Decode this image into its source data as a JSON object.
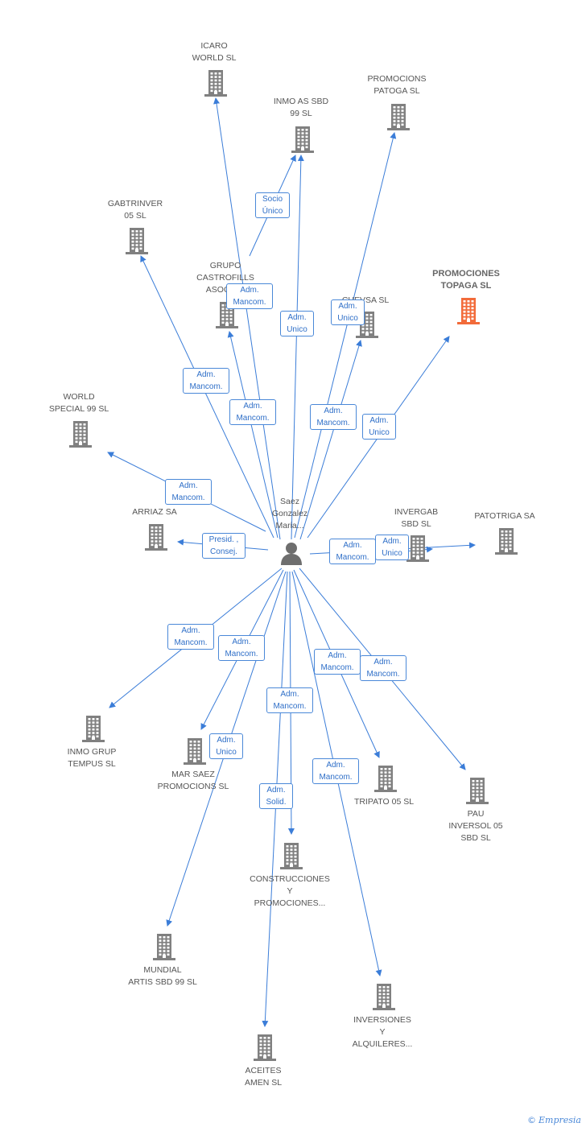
{
  "center": {
    "label_lines": [
      "Saez",
      "Gonzalez",
      "Maria..."
    ]
  },
  "colors": {
    "edge": "#3b7dd8",
    "building": "#808080",
    "highlight": "#f26b3a",
    "box_text": "#2f6fc8"
  },
  "nodes": [
    {
      "id": "icaro",
      "lines": [
        "ICARO",
        "WORLD SL"
      ]
    },
    {
      "id": "promocions-patoga",
      "lines": [
        "PROMOCIONS",
        "PATOGA SL"
      ]
    },
    {
      "id": "inmo-as",
      "lines": [
        "INMO AS SBD",
        "99 SL"
      ]
    },
    {
      "id": "gabtrinver",
      "lines": [
        "GABTRINVER",
        "05 SL"
      ]
    },
    {
      "id": "grupo-castrofills",
      "lines": [
        "GRUPO",
        "CASTROFILLS",
        "ASOCIA..."
      ]
    },
    {
      "id": "cuevas",
      "lines": [
        "CUEVSA SL"
      ]
    },
    {
      "id": "promociones-topaga",
      "lines": [
        "PROMOCIONES",
        "TOPAGA SL"
      ],
      "highlight": true
    },
    {
      "id": "world-special",
      "lines": [
        "WORLD",
        "SPECIAL 99 SL"
      ]
    },
    {
      "id": "arriaz",
      "lines": [
        "ARRIAZ SA"
      ]
    },
    {
      "id": "invergab",
      "lines": [
        "INVERGAB",
        "SBD SL"
      ]
    },
    {
      "id": "patotriga",
      "lines": [
        "PATOTRIGA SA"
      ]
    },
    {
      "id": "inmo-grup",
      "lines": [
        "INMO GRUP",
        "TEMPUS SL"
      ]
    },
    {
      "id": "mar-saez",
      "lines": [
        "MAR SAEZ",
        "PROMOCIONS SL"
      ]
    },
    {
      "id": "tripato",
      "lines": [
        "TRIPATO 05 SL"
      ]
    },
    {
      "id": "pau-inversol",
      "lines": [
        "PAU",
        "INVERSOL 05",
        "SBD SL"
      ]
    },
    {
      "id": "construcciones",
      "lines": [
        "CONSTRUCCIONES",
        "Y",
        "PROMOCIONES..."
      ]
    },
    {
      "id": "mundial-artis",
      "lines": [
        "MUNDIAL",
        "ARTIS SBD 99 SL"
      ]
    },
    {
      "id": "inversiones",
      "lines": [
        "INVERSIONES",
        "Y",
        "ALQUILERES..."
      ]
    },
    {
      "id": "aceites",
      "lines": [
        "ACEITES",
        "AMEN SL"
      ]
    }
  ],
  "roles": [
    {
      "id": "r-socio",
      "lines": [
        "Socio",
        "Único"
      ]
    },
    {
      "id": "r-icaro",
      "lines": [
        "Adm.",
        "Mancom."
      ]
    },
    {
      "id": "r-inmo",
      "lines": [
        "Adm.",
        "Unico"
      ]
    },
    {
      "id": "r-cuevas",
      "lines": [
        "Adm.",
        "Unico"
      ]
    },
    {
      "id": "r-gab",
      "lines": [
        "Adm.",
        "Mancom."
      ]
    },
    {
      "id": "r-grupo",
      "lines": [
        "Adm.",
        "Mancom."
      ]
    },
    {
      "id": "r-patoga",
      "lines": [
        "Adm.",
        "Mancom."
      ]
    },
    {
      "id": "r-topaga",
      "lines": [
        "Adm.",
        "Unico"
      ]
    },
    {
      "id": "r-world",
      "lines": [
        "Adm.",
        "Mancom."
      ]
    },
    {
      "id": "r-arriaz",
      "lines": [
        "Presid. ,",
        "Consej."
      ]
    },
    {
      "id": "r-invergab",
      "lines": [
        "Adm.",
        "Mancom."
      ]
    },
    {
      "id": "r-patotriga",
      "lines": [
        "Adm.",
        "Unico"
      ]
    },
    {
      "id": "r-inmogrup",
      "lines": [
        "Adm.",
        "Mancom."
      ]
    },
    {
      "id": "r-marsaez",
      "lines": [
        "Adm.",
        "Mancom."
      ]
    },
    {
      "id": "r-tripato",
      "lines": [
        "Adm.",
        "Mancom."
      ]
    },
    {
      "id": "r-pau",
      "lines": [
        "Adm.",
        "Mancom."
      ]
    },
    {
      "id": "r-construcciones",
      "lines": [
        "Adm.",
        "Mancom."
      ]
    },
    {
      "id": "r-mundial",
      "lines": [
        "Adm.",
        "Unico"
      ]
    },
    {
      "id": "r-aceites",
      "lines": [
        "Adm.",
        "Solid."
      ]
    },
    {
      "id": "r-inversiones",
      "lines": [
        "Adm.",
        "Mancom."
      ]
    }
  ],
  "footer": {
    "copyright": "©",
    "brand": "Empresia"
  }
}
